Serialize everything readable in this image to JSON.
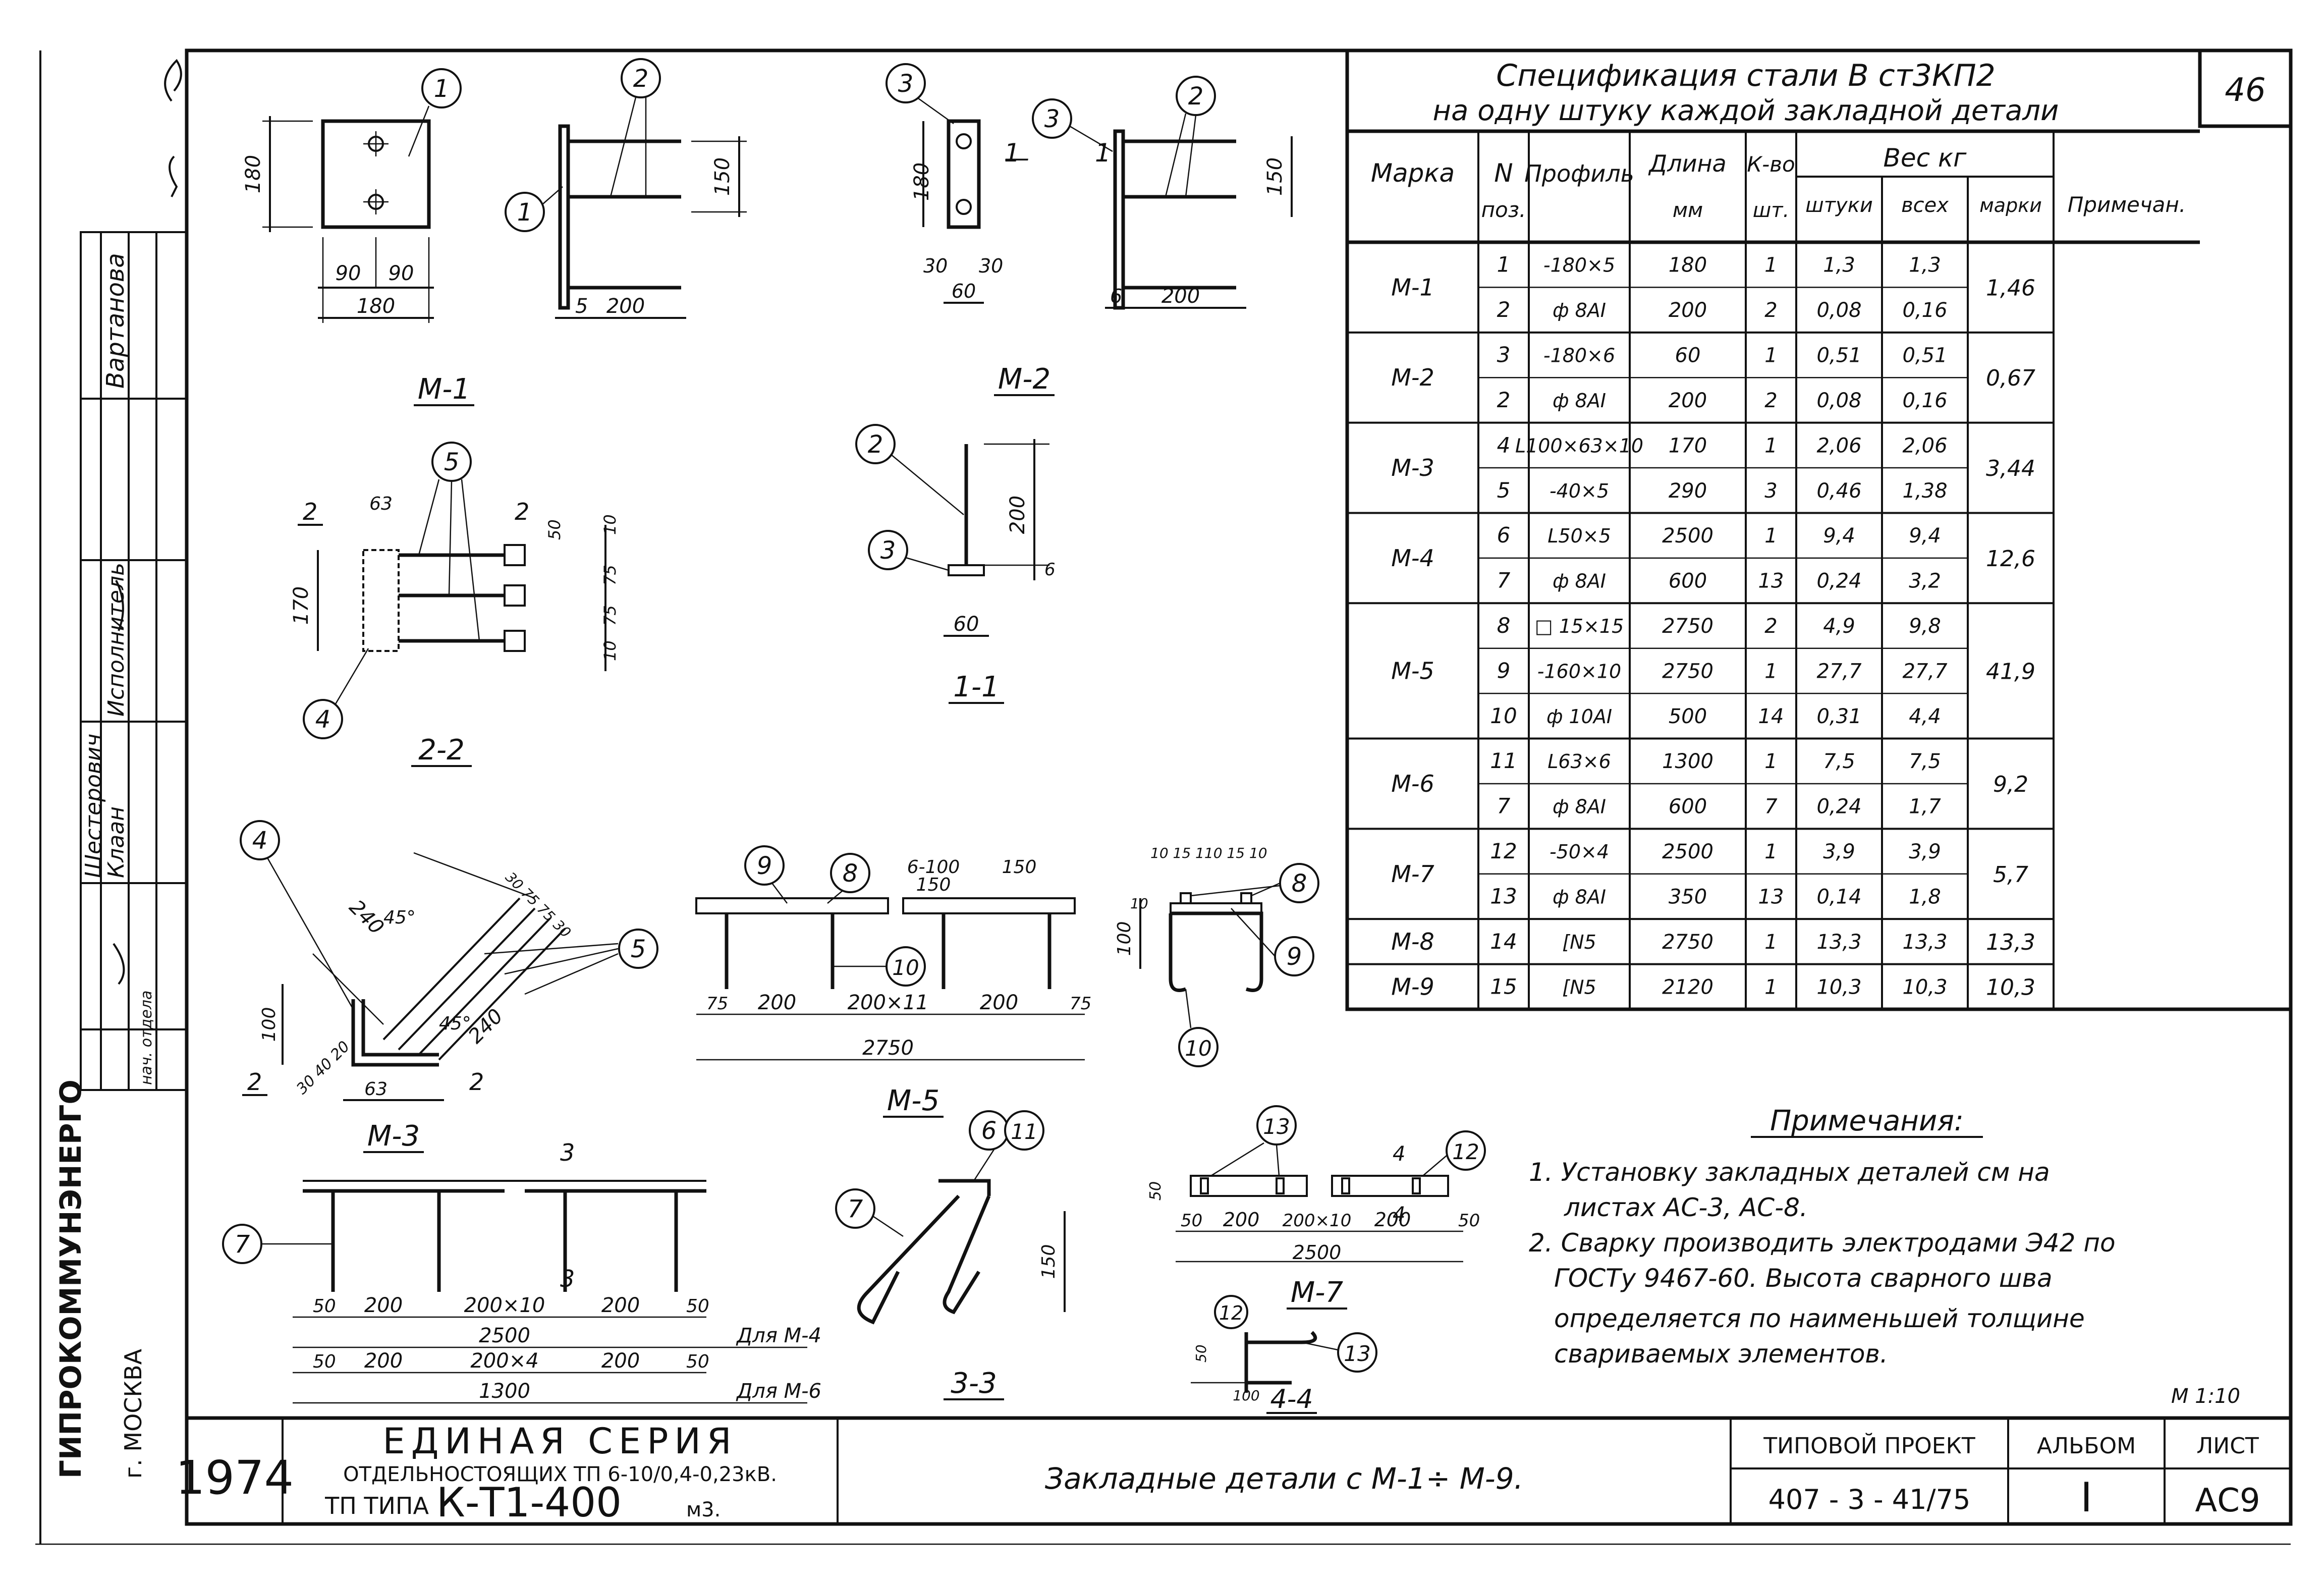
{
  "sheet_no": "46",
  "spec": {
    "title_line1": "Спецификация стали В ст3КП2",
    "title_line2": "на одну штуку каждой закладной детали",
    "headers": {
      "mark": "Марка",
      "pos_n": "N",
      "pos_sub": "поз.",
      "profile": "Профиль",
      "length": "Длина",
      "length_unit": "мм",
      "qty": "К-во",
      "qty_unit": "шт.",
      "weight": "Вес кг",
      "w_piece": "штуки",
      "w_all": "всех",
      "w_mark": "марки",
      "note": "Примечан."
    },
    "groups": [
      {
        "mark": "М-1",
        "total": "1,46",
        "rows": [
          {
            "pos": "1",
            "profile": "-180×5",
            "len": "180",
            "qty": "1",
            "w1": "1,3",
            "w2": "1,3"
          },
          {
            "pos": "2",
            "profile": "ф 8АI",
            "len": "200",
            "qty": "2",
            "w1": "0,08",
            "w2": "0,16"
          }
        ]
      },
      {
        "mark": "М-2",
        "total": "0,67",
        "rows": [
          {
            "pos": "3",
            "profile": "-180×6",
            "len": "60",
            "qty": "1",
            "w1": "0,51",
            "w2": "0,51"
          },
          {
            "pos": "2",
            "profile": "ф 8АI",
            "len": "200",
            "qty": "2",
            "w1": "0,08",
            "w2": "0,16"
          }
        ]
      },
      {
        "mark": "М-3",
        "total": "3,44",
        "rows": [
          {
            "pos": "4",
            "profile": "L100×63×10",
            "len": "170",
            "qty": "1",
            "w1": "2,06",
            "w2": "2,06"
          },
          {
            "pos": "5",
            "profile": "-40×5",
            "len": "290",
            "qty": "3",
            "w1": "0,46",
            "w2": "1,38"
          }
        ]
      },
      {
        "mark": "М-4",
        "total": "12,6",
        "rows": [
          {
            "pos": "6",
            "profile": "L50×5",
            "len": "2500",
            "qty": "1",
            "w1": "9,4",
            "w2": "9,4"
          },
          {
            "pos": "7",
            "profile": "ф 8АI",
            "len": "600",
            "qty": "13",
            "w1": "0,24",
            "w2": "3,2"
          }
        ]
      },
      {
        "mark": "М-5",
        "total": "41,9",
        "rows": [
          {
            "pos": "8",
            "profile": "□ 15×15",
            "len": "2750",
            "qty": "2",
            "w1": "4,9",
            "w2": "9,8"
          },
          {
            "pos": "9",
            "profile": "-160×10",
            "len": "2750",
            "qty": "1",
            "w1": "27,7",
            "w2": "27,7"
          },
          {
            "pos": "10",
            "profile": "ф 10АI",
            "len": "500",
            "qty": "14",
            "w1": "0,31",
            "w2": "4,4"
          }
        ]
      },
      {
        "mark": "М-6",
        "total": "9,2",
        "rows": [
          {
            "pos": "11",
            "profile": "L63×6",
            "len": "1300",
            "qty": "1",
            "w1": "7,5",
            "w2": "7,5"
          },
          {
            "pos": "7",
            "profile": "ф 8АI",
            "len": "600",
            "qty": "7",
            "w1": "0,24",
            "w2": "1,7"
          }
        ]
      },
      {
        "mark": "М-7",
        "total": "5,7",
        "rows": [
          {
            "pos": "12",
            "profile": "-50×4",
            "len": "2500",
            "qty": "1",
            "w1": "3,9",
            "w2": "3,9"
          },
          {
            "pos": "13",
            "profile": "ф 8АI",
            "len": "350",
            "qty": "13",
            "w1": "0,14",
            "w2": "1,8"
          }
        ]
      },
      {
        "mark": "М-8",
        "total": "13,3",
        "rows": [
          {
            "pos": "14",
            "profile": "[N5",
            "len": "2750",
            "qty": "1",
            "w1": "13,3",
            "w2": "13,3"
          }
        ]
      },
      {
        "mark": "М-9",
        "total": "10,3",
        "rows": [
          {
            "pos": "15",
            "profile": "[N5",
            "len": "2120",
            "qty": "1",
            "w1": "10,3",
            "w2": "10,3"
          }
        ]
      }
    ]
  },
  "notes": {
    "title": "Примечания:",
    "lines": [
      "1. Установку закладных деталей см на",
      "листах АС-3, АС-8.",
      "2. Сварку производить электродами Э42 по",
      "ГОСТу 9467-60. Высота сварного шва",
      "определяется по наименьшей толщине",
      "свариваемых элементов."
    ]
  },
  "scale": "М 1:10",
  "title_block": {
    "year": "1974",
    "series": "ЕДИНАЯ СЕРИЯ",
    "subtitle": "ОТДЕЛЬНОСТОЯЩИХ ТП 6-10/0,4-0,23кВ.",
    "tp_prefix": "ТП ТИПА",
    "tp_model": "К-Т1-400",
    "tp_suffix": "м3.",
    "drawing_name": "Закладные детали с М-1÷ М-9.",
    "project_label": "ТИПОВОЙ ПРОЕКТ",
    "project_no": "407 - 3 - 41/75",
    "album_label": "АЛЬБОМ",
    "album_no": "I",
    "sheet_label": "ЛИСТ",
    "sheet_code": "АС9"
  },
  "side_stamp": {
    "roles": [
      "Вартанова",
      "Исполнитель",
      "Шестерович",
      "Клаан",
      "нач. отдела"
    ],
    "org": "ГИПРОКОММУНЭНЕРГО",
    "city": "г. МОСКВА"
  },
  "views": {
    "m1": "М-1",
    "m2": "М-2",
    "m3": "М-3",
    "m5": "М-5",
    "m7": "М-7",
    "s11": "1-1",
    "s22": "2-2",
    "s33": "3-3",
    "s44": "4-4",
    "for_m4": "Для М-4",
    "for_m6": "Для М-6"
  }
}
